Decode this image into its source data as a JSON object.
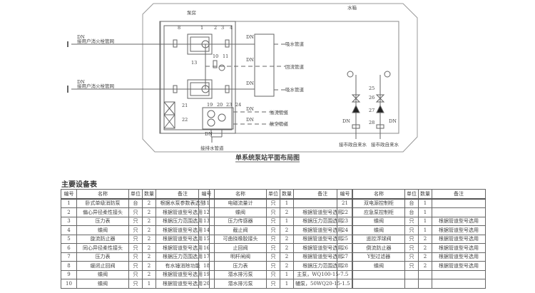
{
  "diagram": {
    "title": "单系统泵站平面布局图",
    "pump_room": "泵房",
    "tank": "水箱",
    "user_hydrant_1": "接用户消火栓管网",
    "user_hydrant_2": "接用户消火栓管网",
    "suction_1": "吸水管道",
    "return": "回流管道",
    "suction_2": "吸水管道",
    "overflow": "溢流管道",
    "drain": "放空管道",
    "sump_drain": "接排水管道",
    "city_water_1": "接市政自来水",
    "city_water_2": "接市政自来水",
    "dn": "DN",
    "callouts": [
      "1",
      "2",
      "3",
      "4",
      "8",
      "13",
      "10",
      "11",
      "21",
      "22",
      "19",
      "20",
      "23",
      "24",
      "25",
      "26",
      "27",
      "28"
    ]
  },
  "table": {
    "title": "主要设备表",
    "headers": [
      "编号",
      "名称",
      "单位",
      "数量",
      "备注"
    ],
    "rows": [
      [
        "1",
        "卧式单级消防泵",
        "台",
        "2",
        "根据水泵参数表选型"
      ],
      [
        "2",
        "偏心异径柔性接头",
        "只",
        "2",
        "根据管道型号选用"
      ],
      [
        "3",
        "压力表",
        "只",
        "2",
        "根据压力范围选用"
      ],
      [
        "4",
        "蝶阀",
        "只",
        "2",
        "根据管道型号选用"
      ],
      [
        "5",
        "旋流防止器",
        "只",
        "2",
        "根据管道型号选用"
      ],
      [
        "6",
        "同心异径柔性接头",
        "只",
        "2",
        "根据管道型号选用"
      ],
      [
        "7",
        "压力表",
        "只",
        "2",
        "根据压力范围选用"
      ],
      [
        "8",
        "缓闭止回阀",
        "只",
        "2",
        "有水锤消除功能"
      ],
      [
        "9",
        "蝶阀",
        "只",
        "2",
        "根据管道型号选用"
      ],
      [
        "10",
        "蝶阀",
        "只",
        "1",
        "根据管道型号选用"
      ],
      [
        "11",
        "电磁流量计",
        "只",
        "1",
        ""
      ],
      [
        "12",
        "蝶阀",
        "只",
        "2",
        "根据管道型号选用"
      ],
      [
        "13",
        "压力传感器",
        "只",
        "1",
        "根据压力范围选用"
      ],
      [
        "14",
        "截止阀",
        "只",
        "2",
        "根据管道型号选用"
      ],
      [
        "15",
        "可曲挠橡胶接头",
        "只",
        "2",
        "根据管道型号选用"
      ],
      [
        "16",
        "止回阀",
        "只",
        "2",
        "根据管道型号选用"
      ],
      [
        "17",
        "明杆闸阀",
        "只",
        "2",
        "根据管道型号选用"
      ],
      [
        "18",
        "压力表",
        "只",
        "2",
        "根据压力范围选用"
      ],
      [
        "19",
        "潜水排污泵",
        "只",
        "1",
        "主泵，WQ100-15-7.5"
      ],
      [
        "20",
        "潜水排污泵",
        "只",
        "1",
        "辅泵，50WQ20-15-1.5"
      ],
      [
        "21",
        "双电源控制柜",
        "台",
        "1",
        ""
      ],
      [
        "22",
        "应急泵控制柜",
        "台",
        "1",
        ""
      ],
      [
        "23",
        "蝶阀",
        "只",
        "1",
        "根据管道型号选用"
      ],
      [
        "24",
        "蝶阀",
        "只",
        "1",
        "根据管道型号选用"
      ],
      [
        "25",
        "遥控浮球阀",
        "只",
        "2",
        "根据管道型号选用"
      ],
      [
        "26",
        "倒流防止器",
        "只",
        "2",
        "根据管道型号选用"
      ],
      [
        "27",
        "Y型过滤器",
        "只",
        "2",
        "根据管道型号选用"
      ],
      [
        "28",
        "蝶阀",
        "只",
        "2",
        "根据管道型号选用"
      ],
      [
        "",
        "",
        "",
        "",
        ""
      ],
      [
        "",
        "",
        "",
        "",
        ""
      ]
    ]
  }
}
